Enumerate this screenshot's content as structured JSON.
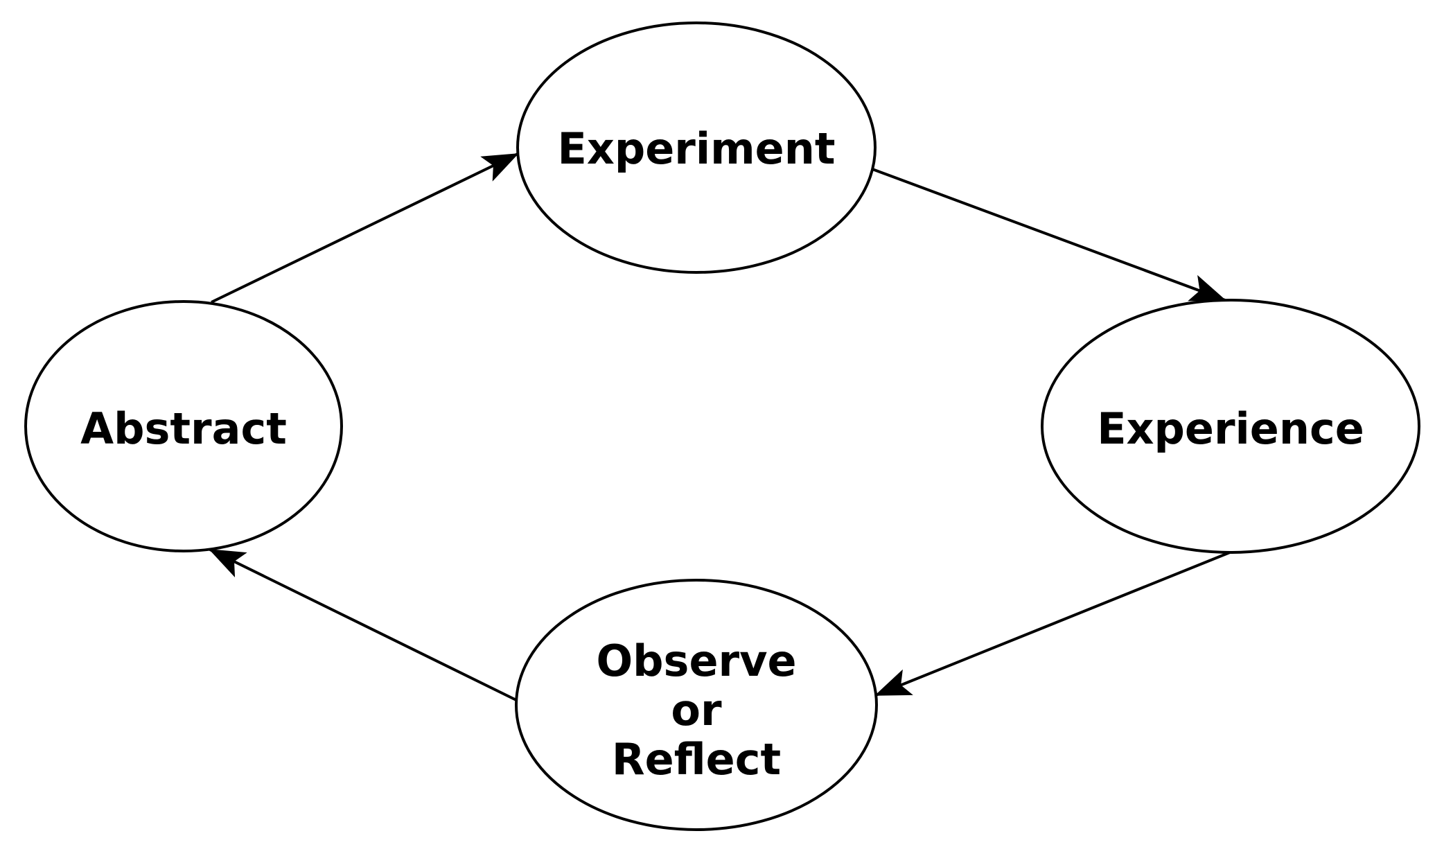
{
  "diagram": {
    "nodes": {
      "experiment": {
        "label": "Experiment"
      },
      "experience": {
        "label": "Experience"
      },
      "observe": {
        "lines": [
          "Observe",
          "or",
          "Reflect"
        ]
      },
      "abstract": {
        "label": "Abstract"
      }
    },
    "edges": [
      {
        "from": "Abstract",
        "to": "Experiment"
      },
      {
        "from": "Experiment",
        "to": "Experience"
      },
      {
        "from": "Experience",
        "to": "Observe or Reflect"
      },
      {
        "from": "Observe or Reflect",
        "to": "Abstract"
      }
    ],
    "colors": {
      "background": "#ffffff",
      "stroke": "#000000",
      "text": "#000000"
    }
  }
}
